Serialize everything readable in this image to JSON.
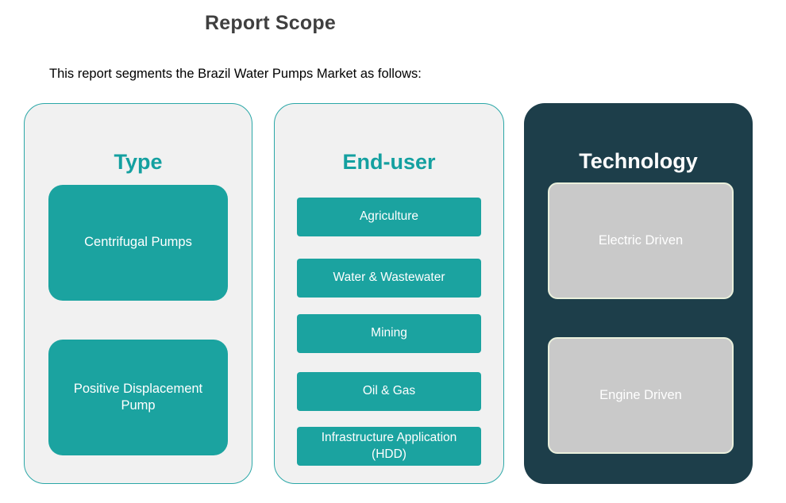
{
  "page": {
    "title": "Report Scope",
    "subtitle": "This report segments the Brazil Water Pumps Market as follows:"
  },
  "colors": {
    "teal_accent": "#1ba3a0",
    "teal_header_text": "#14a0a0",
    "dark_panel_bg": "#1d3e4a",
    "light_panel_bg": "#f1f1f1",
    "gray_box_bg": "#c9c9c9",
    "gray_box_border": "#eaf0dc",
    "box_text": "#ffffff"
  },
  "columns": [
    {
      "header": "Type",
      "items": [
        {
          "label": "Centrifugal Pumps"
        },
        {
          "label": "Positive Displacement Pump"
        }
      ]
    },
    {
      "header": "End-user",
      "items": [
        {
          "label": "Agriculture"
        },
        {
          "label": "Water & Wastewater"
        },
        {
          "label": "Mining"
        },
        {
          "label": "Oil & Gas"
        },
        {
          "label": "Infrastructure Application (HDD)"
        }
      ]
    },
    {
      "header": "Technology",
      "items": [
        {
          "label": "Electric Driven"
        },
        {
          "label": "Engine Driven"
        }
      ]
    }
  ]
}
